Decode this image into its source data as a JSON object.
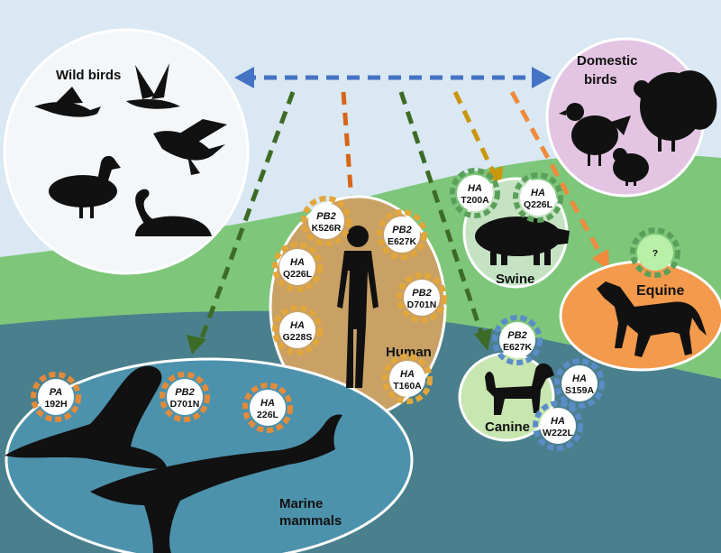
{
  "labels": {
    "wild_birds": "Wild birds",
    "domestic_birds_1": "Domestic",
    "domestic_birds_2": "birds",
    "human": "Human",
    "swine": "Swine",
    "equine": "Equine",
    "canine": "Canine",
    "marine_1": "Marine",
    "marine_2": "mammals"
  },
  "mutations": {
    "human": [
      {
        "gene": "PB2",
        "site": "K526R"
      },
      {
        "gene": "PB2",
        "site": "E627K"
      },
      {
        "gene": "HA",
        "site": "Q226L"
      },
      {
        "gene": "PB2",
        "site": "D701N"
      },
      {
        "gene": "HA",
        "site": "G228S"
      },
      {
        "gene": "HA",
        "site": "T160A"
      }
    ],
    "swine": [
      {
        "gene": "HA",
        "site": "T200A"
      },
      {
        "gene": "HA",
        "site": "Q226L"
      }
    ],
    "equine": [
      {
        "gene": "",
        "site": "?"
      }
    ],
    "canine": [
      {
        "gene": "PB2",
        "site": "E627K"
      },
      {
        "gene": "HA",
        "site": "S159A"
      },
      {
        "gene": "HA",
        "site": "W222L"
      }
    ],
    "marine": [
      {
        "gene": "PA",
        "site": "192H"
      },
      {
        "gene": "PB2",
        "site": "D701N"
      },
      {
        "gene": "HA",
        "site": "226L"
      }
    ]
  },
  "colors": {
    "sky": "#dce9f2",
    "green_land": "#7dc67a",
    "sea": "#4a7f8d",
    "arrow_blue": "#4472c4",
    "arrow_green": "#3d6b25",
    "arrow_orange": "#d86418",
    "arrow_gold": "#c9960c",
    "arrow_light_orange": "#f08a3c",
    "human_circle": "#c9a165",
    "swine_circle": "#c5e3c3",
    "equine_circle": "#f39a4c",
    "canine_circle": "#c8e6b0",
    "marine_circle": "#4d92ac",
    "domestic_circle": "#e3c5e3",
    "wild_circle": "#f4f7fa"
  }
}
